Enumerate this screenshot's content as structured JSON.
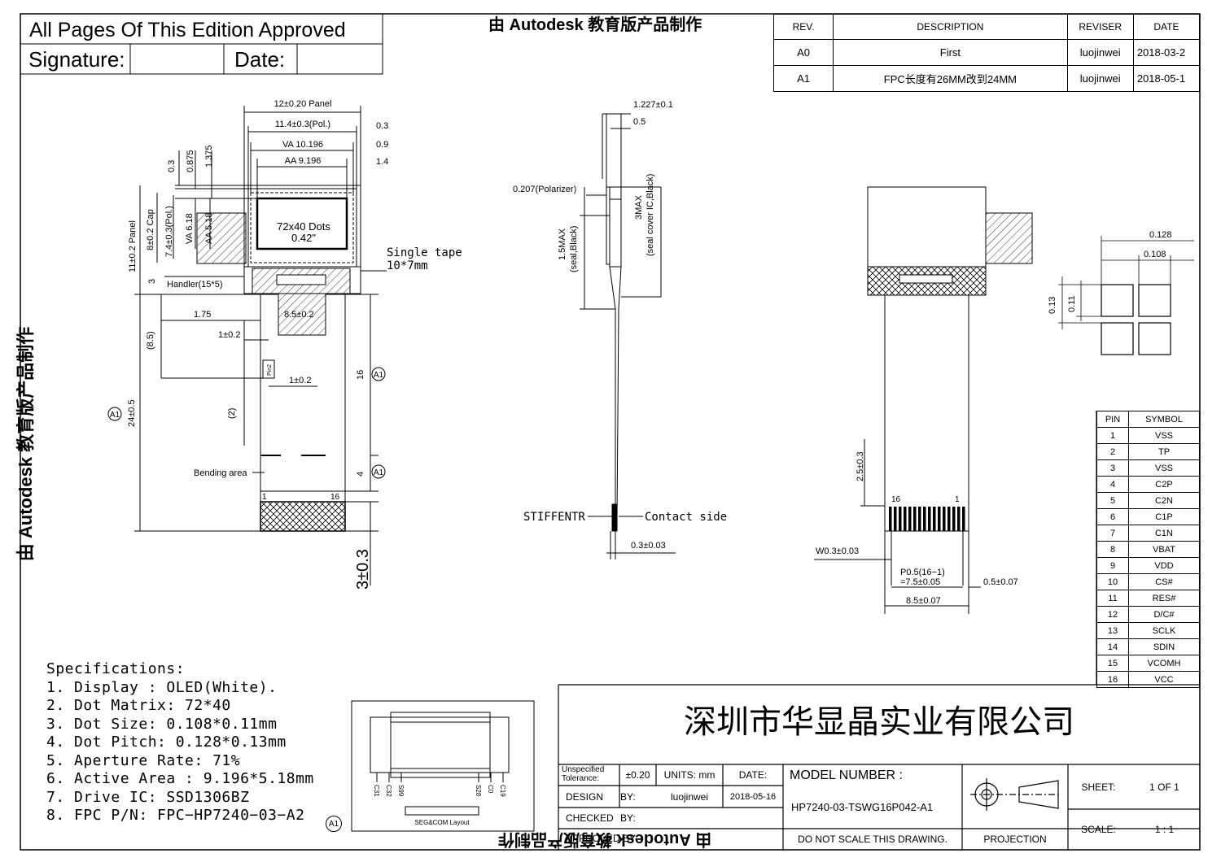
{
  "approval": {
    "title": "All Pages Of This Edition Approved",
    "signature_label": "Signature:",
    "date_label": "Date:"
  },
  "watermark": {
    "top": "由 Autodesk 教育版产品制作",
    "left": "由 Autodesk 教育版产品制作",
    "bottom": "由 Autodesk 教育版产品制作"
  },
  "revision_table": {
    "headers": [
      "REV.",
      "DESCRIPTION",
      "REVISER",
      "DATE"
    ],
    "rows": [
      {
        "rev": "A0",
        "desc": "First",
        "reviser": "luojinwei",
        "date": "2018-03-2"
      },
      {
        "rev": "A1",
        "desc": "FPC长度有26MM改到24MM",
        "reviser": "luojinwei",
        "date": "2018-05-1"
      }
    ]
  },
  "front_view": {
    "dim_panel_w": "12±0.20 Panel",
    "dim_pol_w": "11.4±0.3(Pol.)",
    "dim_va_w": "VA 10.196",
    "dim_aa_w": "AA 9.196",
    "dim_03": "0.3",
    "dim_09": "0.9",
    "dim_14": "1.4",
    "dim_v03": "0.3",
    "dim_v0875": "0.875",
    "dim_v1375": "1.375",
    "dim_panel_h": "11±0.2 Panel",
    "dim_cap": "8±0.2 Cap",
    "dim_pol_h": "7.4±0.3(Pol.)",
    "dim_va_h": "VA 6.18",
    "dim_aa_h": "AA 5.18",
    "dim_3": "3",
    "center_label_1": "72x40 Dots",
    "center_label_2": "0.42\"",
    "single_tape_1": "Single tape",
    "single_tape_2": "10*7mm",
    "handler": "Handler(15*5)",
    "dim_175": "1.75",
    "dim_85": "8.5±0.2",
    "dim_1_a": "1±0.2",
    "dim_1_b": "1±0.2",
    "dim_85_paren": "(8.5)",
    "dim_2_paren": "(2)",
    "pin2": "Pin2",
    "dim_16": "16",
    "dim_4": "4",
    "dim_24": "24±0.5",
    "rev_mark": "A1",
    "bending_area": "Bending area",
    "pin_1": "1",
    "pin_16": "16",
    "dim_3_03": "3±0.3"
  },
  "side_view": {
    "dim_1227": "1.227±0.1",
    "dim_05": "0.5",
    "polarizer": "0.207(Polarizer)",
    "max_15_1": "1.5MAX",
    "max_15_2": "(seal,Black)",
    "max_3_1": "3MAX",
    "max_3_2": "(seal cover IC,Black)",
    "stiffener": "STIFFENTR",
    "contact_side": "Contact side",
    "dim_03_003": "0.3±0.03"
  },
  "back_view": {
    "dim_25": "2.5±0.3",
    "pin_16": "16",
    "pin_1": "1",
    "w03": "W0.3±0.03",
    "p05_1": "P0.5(16−1)",
    "p05_2": "=7.5±0.05",
    "dim_05": "0.5±0.07",
    "dim_85": "8.5±0.07"
  },
  "dot_detail": {
    "dim_0128": "0.128",
    "dim_0108": "0.108",
    "dim_013": "0.13",
    "dim_011": "0.11"
  },
  "pin_table": {
    "headers": [
      "PIN",
      "SYMBOL"
    ],
    "rows": [
      [
        "1",
        "VSS"
      ],
      [
        "2",
        "TP"
      ],
      [
        "3",
        "VSS"
      ],
      [
        "4",
        "C2P"
      ],
      [
        "5",
        "C2N"
      ],
      [
        "6",
        "C1P"
      ],
      [
        "7",
        "C1N"
      ],
      [
        "8",
        "VBAT"
      ],
      [
        "9",
        "VDD"
      ],
      [
        "10",
        "CS#"
      ],
      [
        "11",
        "RES#"
      ],
      [
        "12",
        "D/C#"
      ],
      [
        "13",
        "SCLK"
      ],
      [
        "14",
        "SDIN"
      ],
      [
        "15",
        "VCOMH"
      ],
      [
        "16",
        "VCC"
      ]
    ]
  },
  "specifications": {
    "title": "Specifications:",
    "items": [
      "1. Display :  OLED(White).",
      "2. Dot Matrix:  72*40",
      "3. Dot Size:  0.108*0.11mm",
      "4. Dot Pitch:  0.128*0.13mm",
      "5. Aperture Rate:  71%",
      "6. Active Area : 9.196*5.18mm",
      "7. Drive IC: SSD1306BZ",
      "8. FPC P/N: FPC−HP7240−03−A2"
    ],
    "rev_mark": "A1"
  },
  "seg_layout": {
    "label": "SEG&COM Layout",
    "pins": [
      "C31",
      "C32",
      "S99",
      "S28",
      "C0",
      "C19"
    ]
  },
  "title_block": {
    "company": "深圳市华显晶实业有限公司",
    "tolerance_label": "Unspecified Tolerance:",
    "tolerance_value": "±0.20",
    "units": "UNITS: mm",
    "date_label": "DATE:",
    "model_label": "MODEL NUMBER :",
    "model_number": "HP7240-03-TSWG16P042-A1",
    "design_label": "DESIGN",
    "by_label": "BY:",
    "design_by": "luojinwei",
    "design_date": "2018-05-16",
    "checked_label": "CHECKED",
    "checked_by_label": "BY:",
    "approved_label": "APPROVED BY:",
    "no_scale": "DO NOT SCALE THIS DRAWING.",
    "projection": "PROJECTION",
    "sheet_label": "SHEET:",
    "sheet_value": "1 OF 1",
    "scale_label": "SCALE:",
    "scale_value": "1 : 1"
  }
}
